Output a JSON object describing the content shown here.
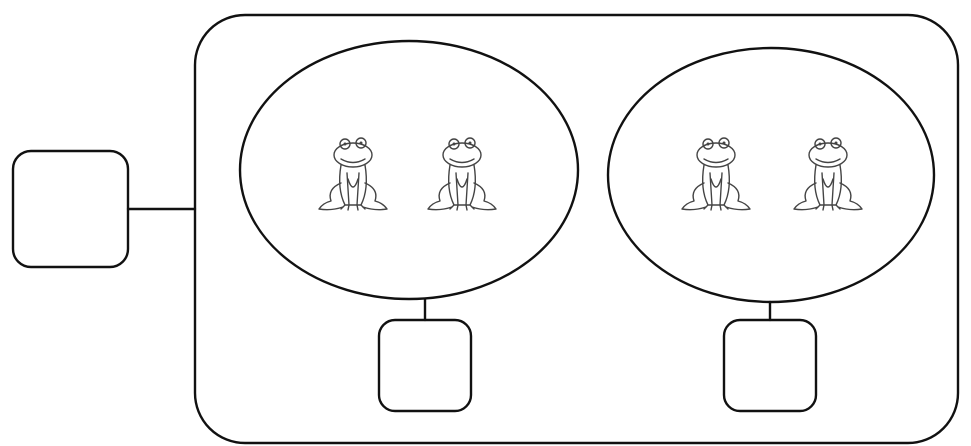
{
  "diagram": {
    "total_box": "",
    "group_boxes": [
      "",
      ""
    ],
    "groups": [
      {
        "items": [
          "frog",
          "frog"
        ]
      },
      {
        "items": [
          "frog",
          "frog"
        ]
      }
    ],
    "item_icon": "frog-icon",
    "line_color": "#111111",
    "background": "#ffffff"
  }
}
